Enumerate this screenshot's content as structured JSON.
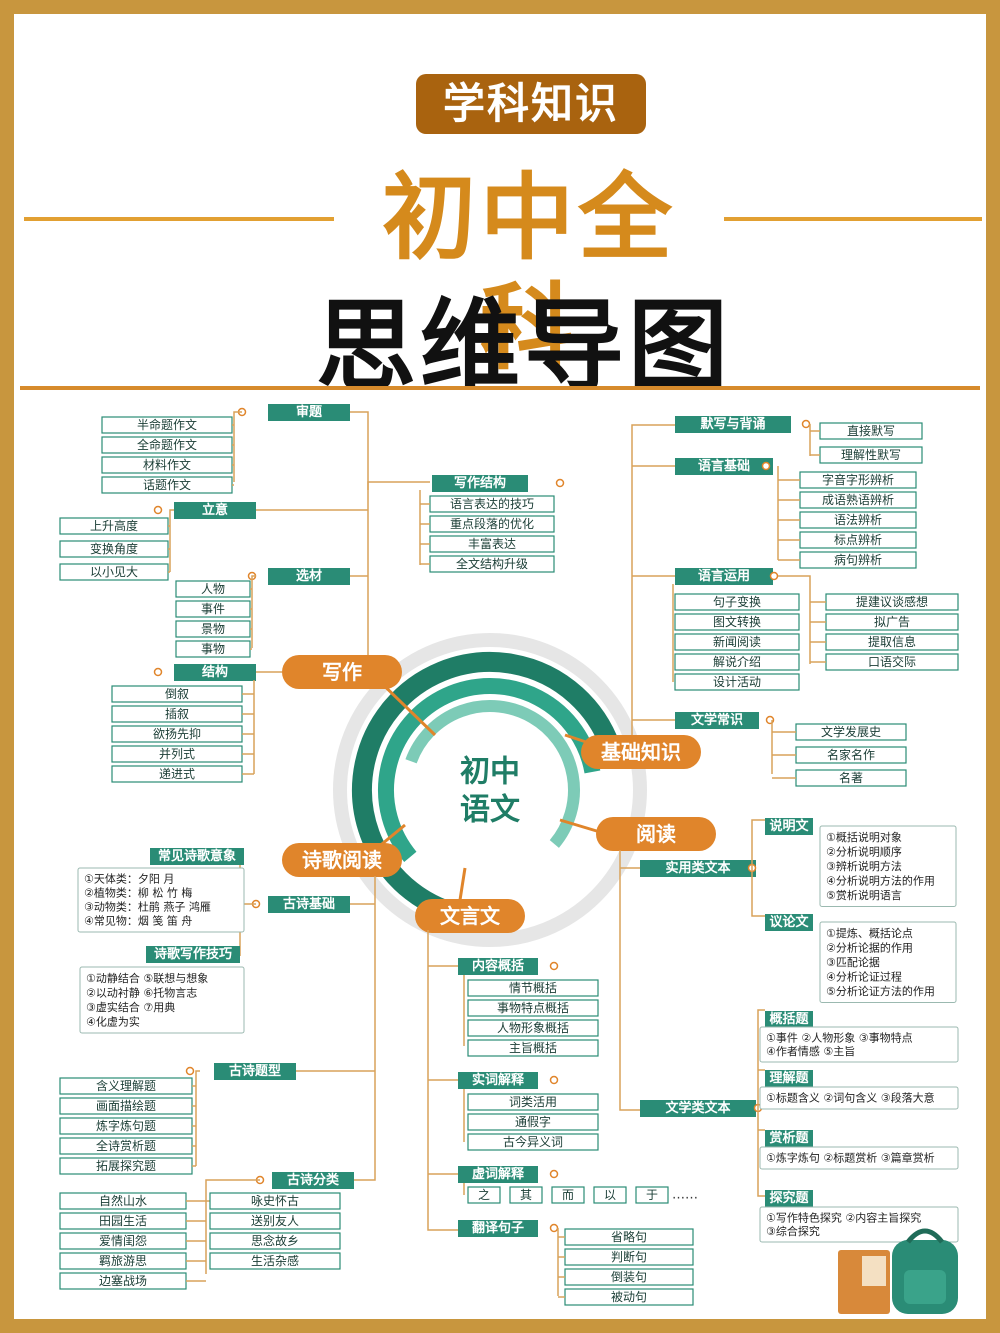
{
  "header": {
    "badge": "学科知识",
    "title_line1": "初中全科",
    "title_line2": "思维导图"
  },
  "center": {
    "line1": "初中",
    "line2": "语文"
  },
  "branches": {
    "writing": {
      "label": "写作",
      "shenti": {
        "label": "审题",
        "items": [
          "半命题作文",
          "全命题作文",
          "材料作文",
          "话题作文"
        ]
      },
      "liyi": {
        "label": "立意",
        "items": [
          "上升高度",
          "变换角度",
          "以小见大"
        ]
      },
      "xuancai": {
        "label": "选材",
        "items": [
          "人物",
          "事件",
          "景物",
          "事物"
        ]
      },
      "jiegou": {
        "label": "结构",
        "items": [
          "倒叙",
          "插叙",
          "欲扬先抑",
          "并列式",
          "递进式"
        ]
      },
      "xiezuo_jiegou": {
        "label": "写作结构",
        "items": [
          "语言表达的技巧",
          "重点段落的优化",
          "丰富表达",
          "全文结构升级"
        ]
      }
    },
    "basics": {
      "label": "基础知识",
      "moxie": {
        "label": "默写与背诵",
        "items": [
          "直接默写",
          "理解性默写"
        ]
      },
      "yuyan_jichu": {
        "label": "语言基础",
        "items": [
          "字音字形辨析",
          "成语熟语辨析",
          "语法辨析",
          "标点辨析",
          "病句辨析"
        ]
      },
      "yuyan_yunyong": {
        "label": "语言运用",
        "left": [
          "句子变换",
          "图文转换",
          "新闻阅读",
          "解说介绍",
          "设计活动"
        ],
        "right": [
          "提建议谈感想",
          "拟广告",
          "提取信息",
          "口语交际"
        ]
      },
      "wenxue_changshi": {
        "label": "文学常识",
        "items": [
          "文学发展史",
          "名家名作",
          "名著"
        ]
      }
    },
    "reading": {
      "label": "阅读",
      "shiyong": {
        "label": "实用类文本",
        "shuoming": {
          "label": "说明文",
          "items": [
            "①概括说明对象",
            "②分析说明顺序",
            "③辨析说明方法",
            "④分析说明方法的作用",
            "⑤赏析说明语言"
          ]
        },
        "yilun": {
          "label": "议论文",
          "items": [
            "①提炼、概括论点",
            "②分析论据的作用",
            "③匹配论据",
            "④分析论证过程",
            "⑤分析论证方法的作用"
          ]
        }
      },
      "wenxue": {
        "label": "文学类文本",
        "gaikuo": {
          "label": "概括题",
          "lines": [
            "①事件 ②人物形象 ③事物特点",
            "④作者情感 ⑤主旨"
          ]
        },
        "lijie": {
          "label": "理解题",
          "lines": [
            "①标题含义 ②词句含义 ③段落大意"
          ]
        },
        "shangxi": {
          "label": "赏析题",
          "lines": [
            "①炼字炼句 ②标题赏析 ③篇章赏析"
          ]
        },
        "tanjiu": {
          "label": "探究题",
          "lines": [
            "①写作特色探究 ②内容主旨探究",
            "③综合探究"
          ]
        }
      }
    },
    "poetry": {
      "label": "诗歌阅读",
      "gushi_jichu": {
        "label": "古诗基础",
        "yixiang": {
          "label": "常见诗歌意象",
          "lines": [
            "①天体类：夕阳 月",
            "②植物类：柳 松 竹 梅",
            "③动物类：杜鹃 燕子 鸿雁",
            "④常见物：烟 笺 笛 舟"
          ]
        },
        "jiqiao": {
          "label": "诗歌写作技巧",
          "lines": [
            "①动静结合  ⑤联想与想象",
            "②以动衬静  ⑥托物言志",
            "③虚实结合  ⑦用典",
            "④化虚为实"
          ]
        }
      },
      "tixing": {
        "label": "古诗题型",
        "items": [
          "含义理解题",
          "画面描绘题",
          "炼字炼句题",
          "全诗赏析题",
          "拓展探究题"
        ]
      },
      "fenlei": {
        "label": "古诗分类",
        "left": [
          "自然山水",
          "田园生活",
          "爱情闺怨",
          "羁旅游思",
          "边塞战场"
        ],
        "right": [
          "咏史怀古",
          "送别友人",
          "思念故乡",
          "生活杂感"
        ]
      }
    },
    "classical": {
      "label": "文言文",
      "neirong": {
        "label": "内容概括",
        "items": [
          "情节概括",
          "事物特点概括",
          "人物形象概括",
          "主旨概括"
        ]
      },
      "shici": {
        "label": "实词解释",
        "items": [
          "词类活用",
          "通假字",
          "古今异义词"
        ]
      },
      "xuci": {
        "label": "虚词解释",
        "items": [
          "之",
          "其",
          "而",
          "以",
          "于"
        ],
        "more": "……"
      },
      "fanyi": {
        "label": "翻译句子",
        "items": [
          "省略句",
          "判断句",
          "倒装句",
          "被动句"
        ]
      }
    }
  },
  "colors": {
    "brown": "#a9630f",
    "orange": "#e0852b",
    "green": "#1f8a6f",
    "teal_box": "#2a8c76",
    "frame": "#c8963e"
  },
  "icons": [
    "book-icon",
    "backpack-icon"
  ]
}
